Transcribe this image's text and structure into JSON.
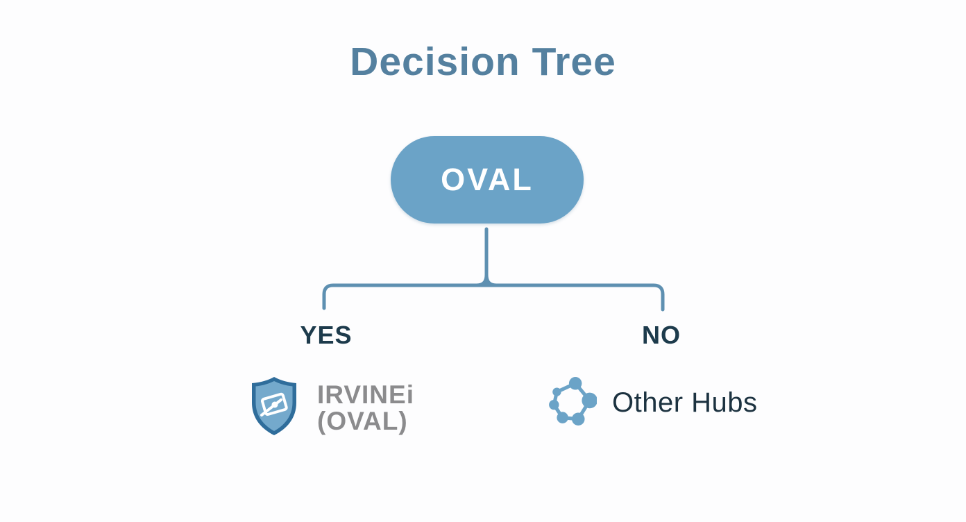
{
  "diagram": {
    "title": "Decision Tree",
    "root_label": "OVAL",
    "branches": {
      "yes": {
        "answer_label": "YES",
        "result_line1": "IRVINEi",
        "result_line2": "(OVAL)",
        "icon": "shield-camera-icon"
      },
      "no": {
        "answer_label": "NO",
        "result_label": "Other Hubs",
        "icon": "hub-network-icon"
      }
    }
  },
  "colors": {
    "title_text": "#54809f",
    "node_fill": "#6ba3c7",
    "node_text": "#ffffff",
    "connector": "#5e90b1",
    "answer_text": "#1d3b4c",
    "yes_result_text": "#8b8b8d",
    "no_result_text": "#1c3240",
    "shield_rim": "#2f6d9b",
    "shield_fill": "#74a9cc",
    "background": "#fdfdfe"
  }
}
